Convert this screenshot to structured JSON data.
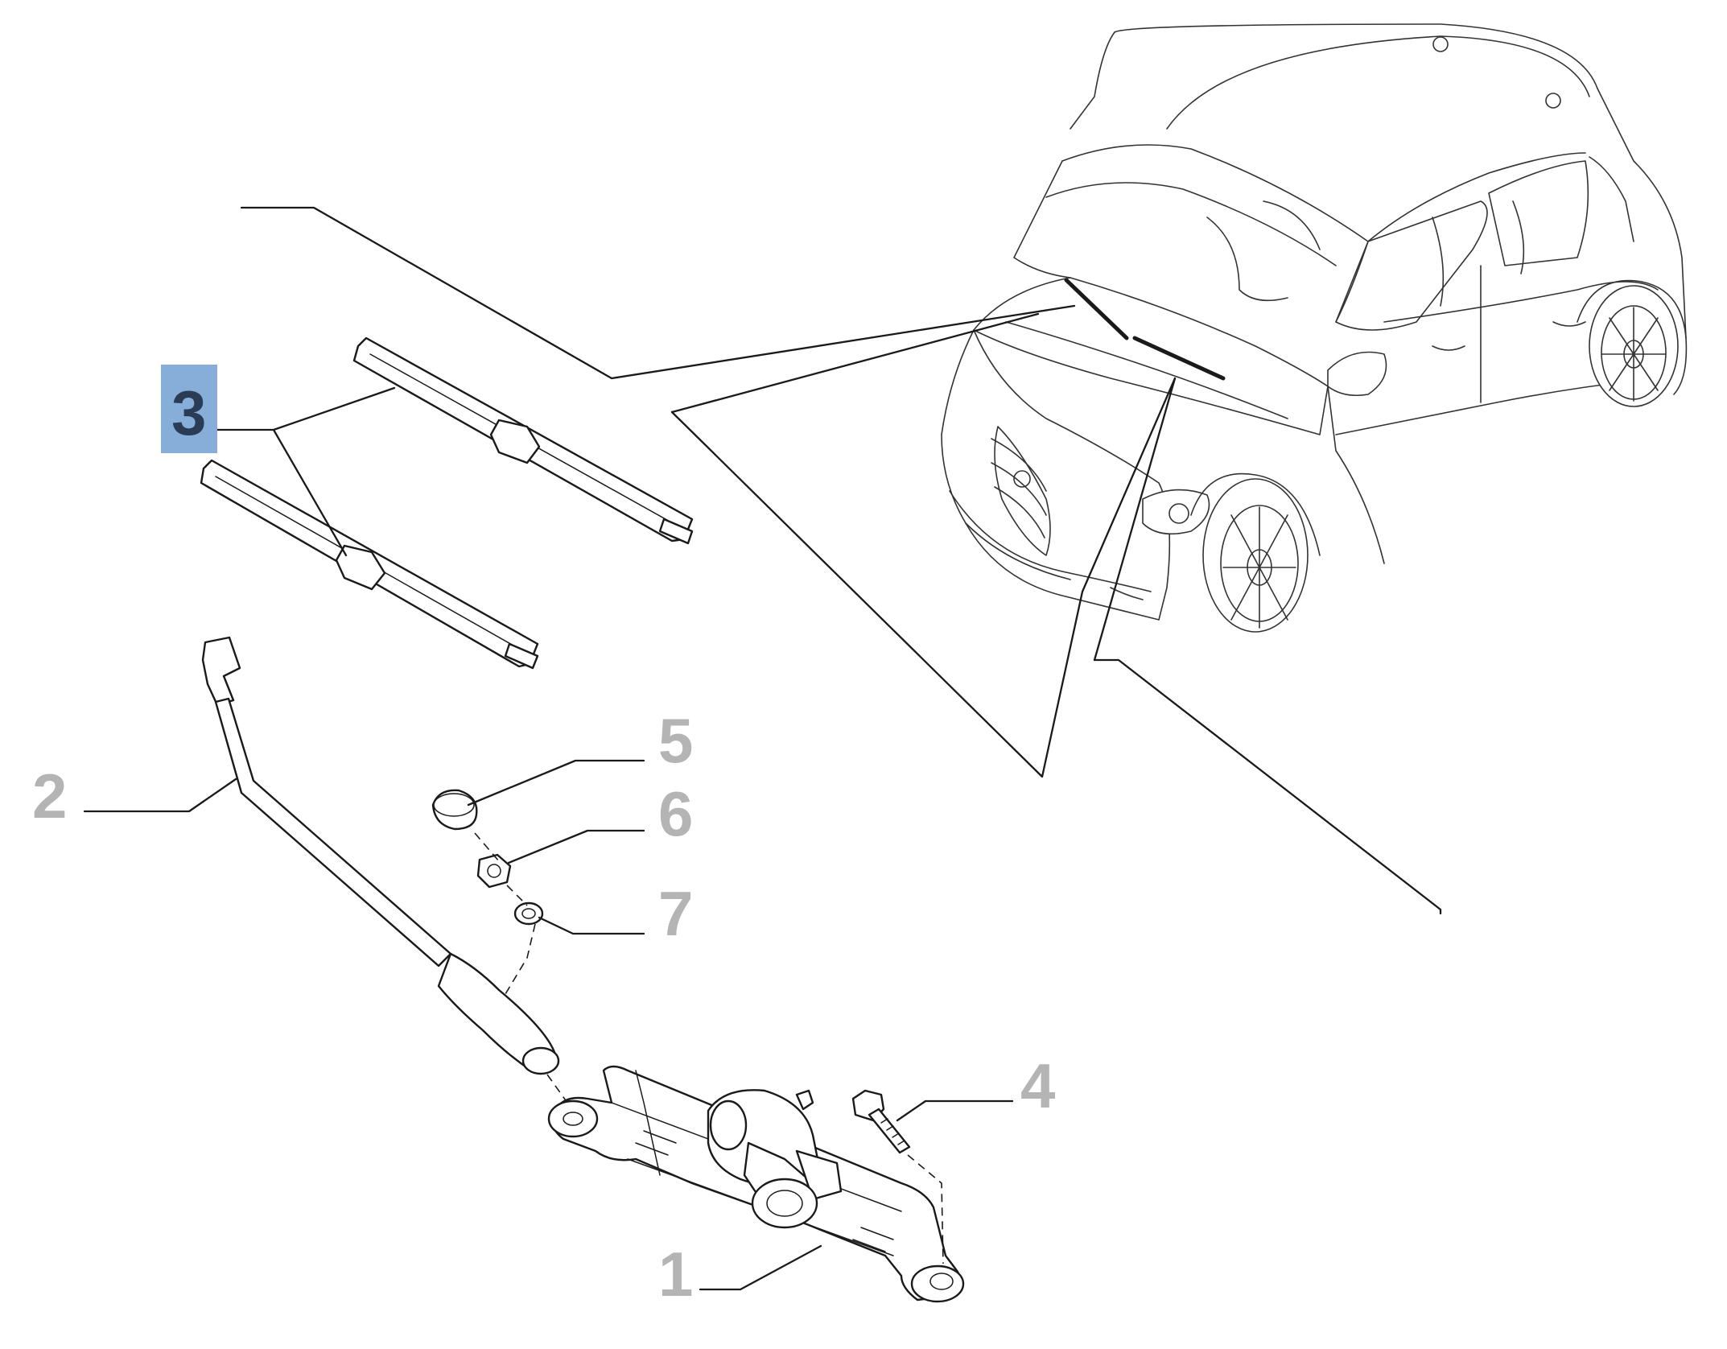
{
  "diagram": {
    "callouts": [
      {
        "id": "1",
        "label": "1",
        "highlighted": false
      },
      {
        "id": "2",
        "label": "2",
        "highlighted": false
      },
      {
        "id": "3",
        "label": "3",
        "highlighted": true
      },
      {
        "id": "4",
        "label": "4",
        "highlighted": false
      },
      {
        "id": "5",
        "label": "5",
        "highlighted": false
      },
      {
        "id": "6",
        "label": "6",
        "highlighted": false
      },
      {
        "id": "7",
        "label": "7",
        "highlighted": false
      }
    ],
    "colors": {
      "highlight_box": "#86aed8",
      "highlight_text": "#2a3b55",
      "callout_text": "#b4b4b4",
      "line": "#1a1a1a"
    }
  }
}
